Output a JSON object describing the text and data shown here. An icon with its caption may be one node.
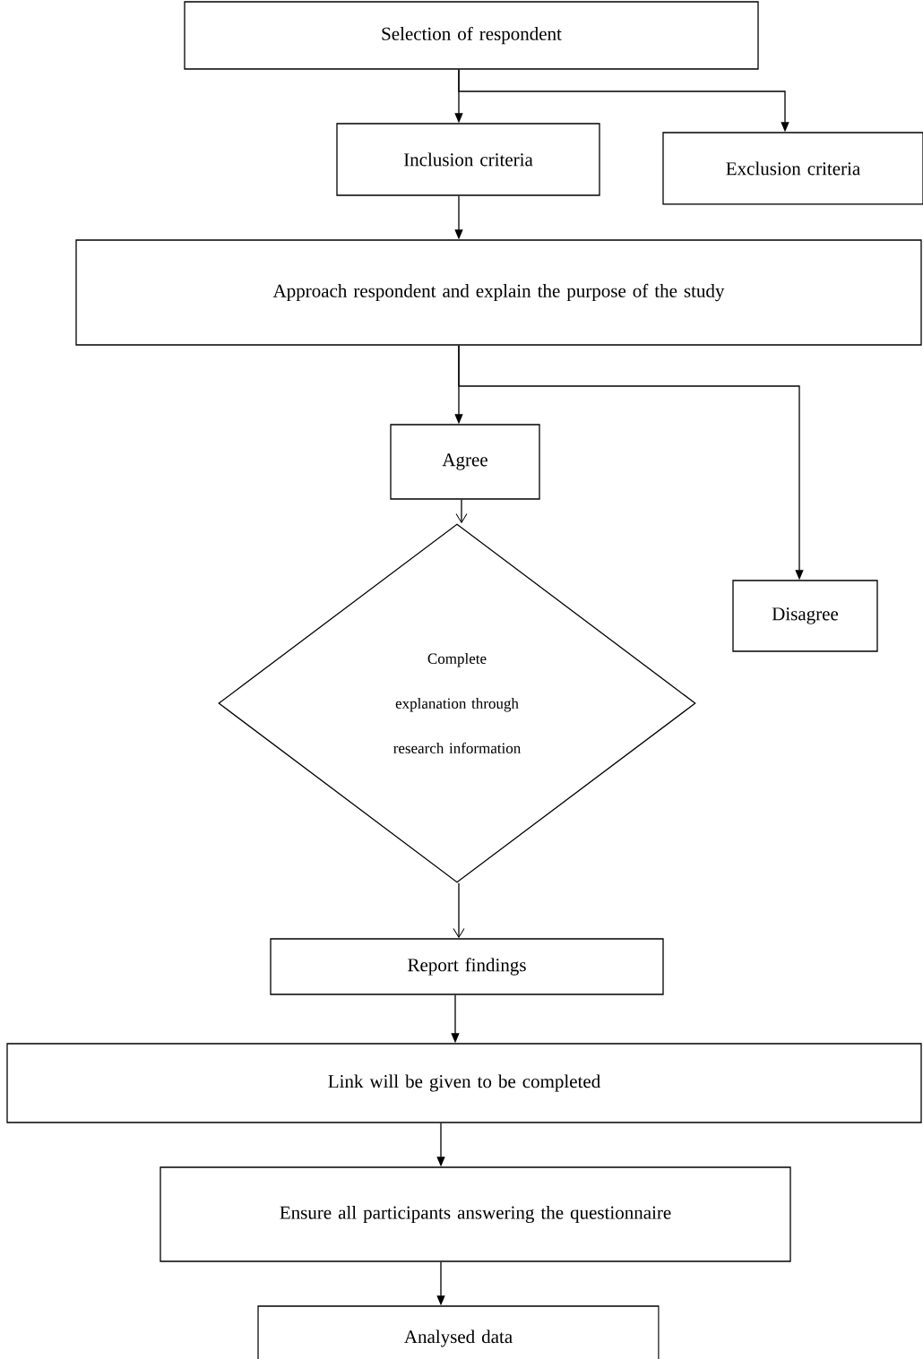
{
  "diagram": {
    "nodes": [
      {
        "text": [
          "Selection of respondent"
        ]
      },
      {
        "text": [
          "Inclusion criteria"
        ]
      },
      {
        "text": [
          "Exclusion criteria"
        ]
      },
      {
        "text": [
          "Approach respondent and explain the purpose of the study"
        ]
      },
      {
        "text": [
          "Agree"
        ]
      },
      {
        "text": [
          "Complete explanation through research information"
        ]
      },
      {
        "text": [
          "Disagree"
        ]
      },
      {
        "text": [
          "Report findings"
        ]
      },
      {
        "text": [
          "Link will be given to be completed"
        ]
      },
      {
        "text": [
          "Ensure all participants answering the questionnaire"
        ]
      },
      {
        "text": [
          "Analysed data"
        ]
      }
    ],
    "edges": [
      {
        "from": 0,
        "to": 1,
        "arrow": "to"
      },
      {
        "from": 0,
        "to": 2,
        "arrow": "to"
      },
      {
        "from": 1,
        "to": 3,
        "arrow": "to"
      },
      {
        "from": 3,
        "to": 4,
        "arrow": "to"
      },
      {
        "from": 3,
        "to": 6,
        "arrow": "to"
      },
      {
        "from": 4,
        "to": 5,
        "arrow": "to"
      },
      {
        "from": 5,
        "to": 7,
        "arrow": "to"
      },
      {
        "from": 7,
        "to": 8,
        "arrow": "to"
      },
      {
        "from": 8,
        "to": 9,
        "arrow": "to"
      },
      {
        "from": 9,
        "to": 10,
        "arrow": "to"
      }
    ]
  }
}
